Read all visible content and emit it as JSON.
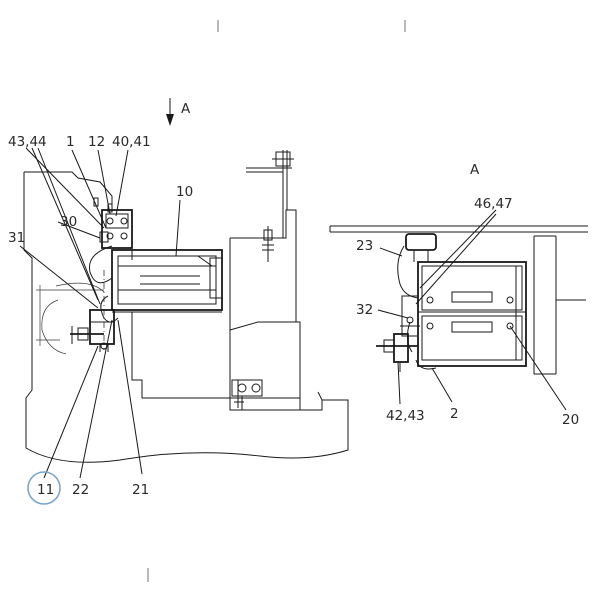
{
  "view_arrow_label": "A",
  "view_title": "A",
  "highlight_color": "#7aa6cc",
  "callouts": {
    "c4344": "43,44",
    "c1": "1",
    "c12": "12",
    "c4041": "40,41",
    "c10": "10",
    "c30": "30",
    "c31": "31",
    "c11": "11",
    "c22": "22",
    "c21": "21",
    "c4647": "46,47",
    "c23": "23",
    "c32": "32",
    "c4243": "42,43",
    "c2": "2",
    "c20": "20"
  }
}
